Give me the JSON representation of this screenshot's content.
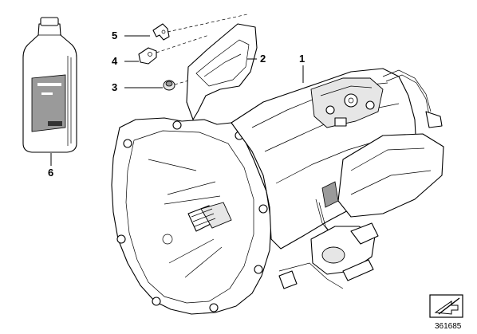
{
  "diagram": {
    "callouts": [
      {
        "id": "1",
        "label": "1"
      },
      {
        "id": "2",
        "label": "2"
      },
      {
        "id": "3",
        "label": "3"
      },
      {
        "id": "4",
        "label": "4"
      },
      {
        "id": "5",
        "label": "5"
      },
      {
        "id": "6",
        "label": "6"
      }
    ],
    "image_code": "361685",
    "icons": [
      "oil-bottle-icon",
      "transmission-icon",
      "heat-shield-icon",
      "bracket-icon",
      "navigation-arrow-icon"
    ]
  }
}
